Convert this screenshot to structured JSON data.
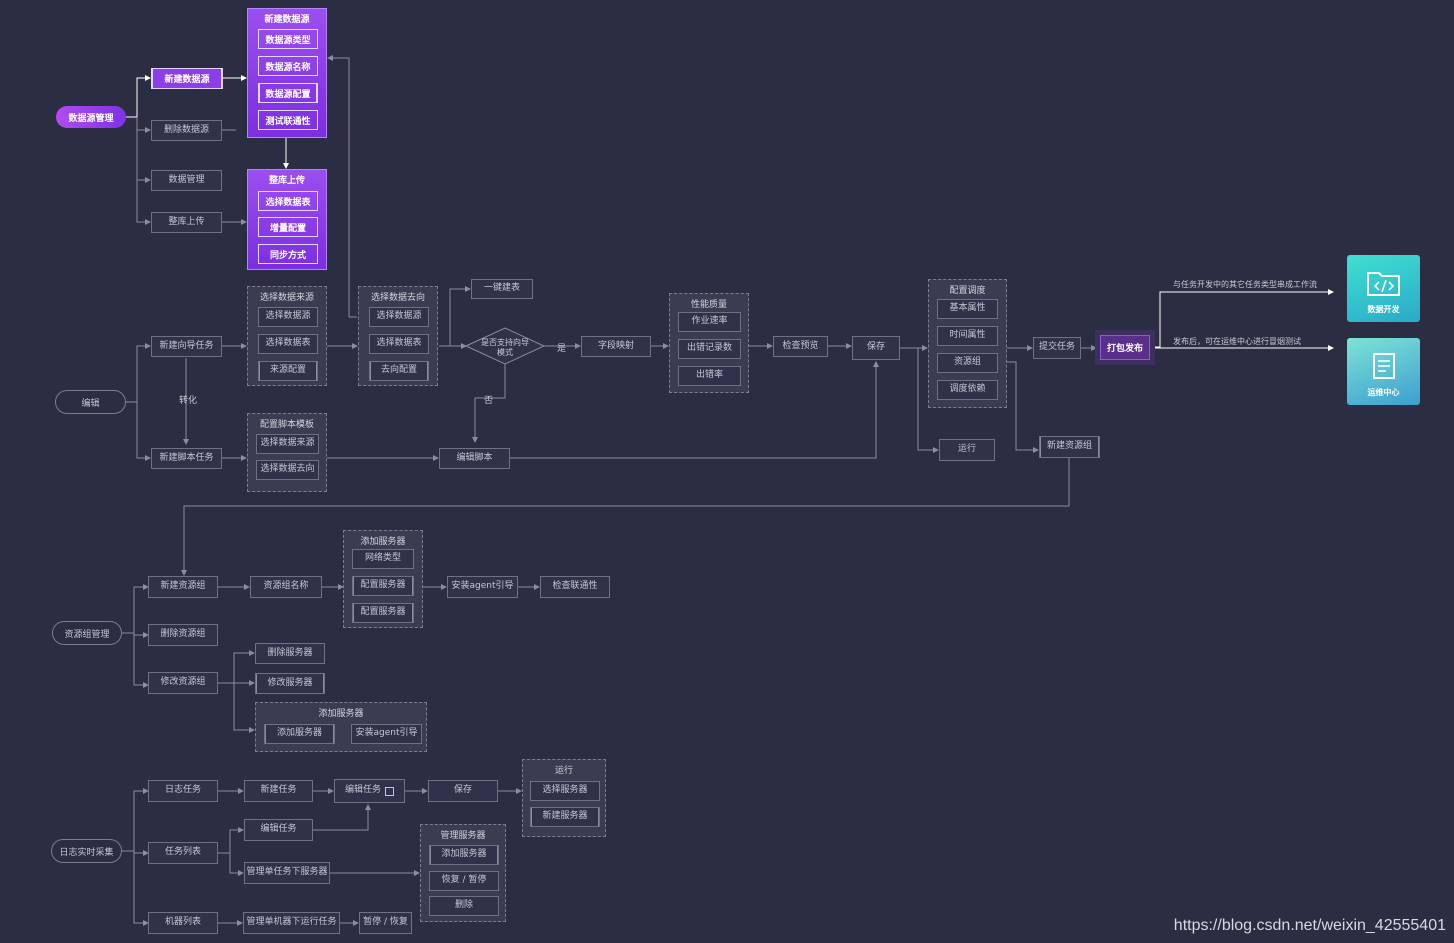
{
  "colors": {
    "background": "#2b2d42",
    "node_border": "#6e7184",
    "purple": "#8a3fe8",
    "teal": "#3fd0cc",
    "edge": "#8a8da0"
  },
  "roots": {
    "datasource": "数据源管理",
    "edit": "编辑",
    "resource": "资源组管理",
    "log": "日志实时采集"
  },
  "ds": {
    "new": "新建数据源",
    "delete": "删除数据源",
    "data": "数据管理",
    "upload": "整库上传",
    "new_group": {
      "title": "新建数据源",
      "items": [
        "数据源类型",
        "数据源名称",
        "数据源配置",
        "测试联通性"
      ]
    },
    "upload_group": {
      "title": "整库上传",
      "items": [
        "选择数据表",
        "增量配置",
        "同步方式"
      ]
    }
  },
  "edit": {
    "new_guide": "新建向导任务",
    "new_script": "新建脚本任务",
    "convert": "转化",
    "src_group": {
      "title": "选择数据来源",
      "items": [
        "选择数据源",
        "选择数据表",
        "来源配置"
      ]
    },
    "dst_group": {
      "title": "选择数据去向",
      "items": [
        "选择数据源",
        "选择数据表",
        "去向配置"
      ]
    },
    "tpl_group": {
      "title": "配置脚本模板",
      "items": [
        "选择数据来源",
        "选择数据去向"
      ]
    },
    "one_click": "一键建表",
    "decision": "是否支持向导模式",
    "yes": "是",
    "no": "否",
    "field_map": "字段映射",
    "edit_script": "编辑脚本",
    "perf_group": {
      "title": "性能质量",
      "items": [
        "作业速率",
        "出错记录数",
        "出错率"
      ]
    },
    "preview": "检查预览",
    "save": "保存",
    "sched_group": {
      "title": "配置调度",
      "items": [
        "基本属性",
        "时间属性",
        "资源组",
        "调度依赖"
      ]
    },
    "run": "运行",
    "submit": "提交任务",
    "publish": "打包发布",
    "new_resgroup": "新建资源组",
    "note1": "与任务开发中的其它任务类型串成工作流",
    "note2": "发布后，可在运维中心进行冒烟测试",
    "card1": "数据开发",
    "card2": "运维中心"
  },
  "res": {
    "new": "新建资源组",
    "delete": "删除资源组",
    "modify": "修改资源组",
    "name": "资源组名称",
    "add_group": {
      "title": "添加服务器",
      "items": [
        "网络类型",
        "配置服务器",
        "配置服务器"
      ]
    },
    "install": "安装agent引导",
    "check": "检查联通性",
    "del_server": "删除服务器",
    "mod_server": "修改服务器",
    "add2_group": {
      "title": "添加服务器",
      "items": [
        "添加服务器",
        "安装agent引导"
      ]
    }
  },
  "log": {
    "task": "日志任务",
    "list": "任务列表",
    "machines": "机器列表",
    "new_task": "新建任务",
    "edit_task": "编辑任务",
    "save": "保存",
    "edit_task2": "编辑任务",
    "manage_single": "管理单任务下服务器",
    "manage_machine": "管理单机器下运行任务",
    "pause_resume": "暂停 / 恢复",
    "run_group": {
      "title": "运行",
      "items": [
        "选择服务器",
        "新建服务器"
      ]
    },
    "mgr_group": {
      "title": "管理服务器",
      "items": [
        "添加服务器",
        "恢复 / 暂停",
        "删除"
      ]
    }
  },
  "watermark": "https://blog.csdn.net/weixin_42555401"
}
